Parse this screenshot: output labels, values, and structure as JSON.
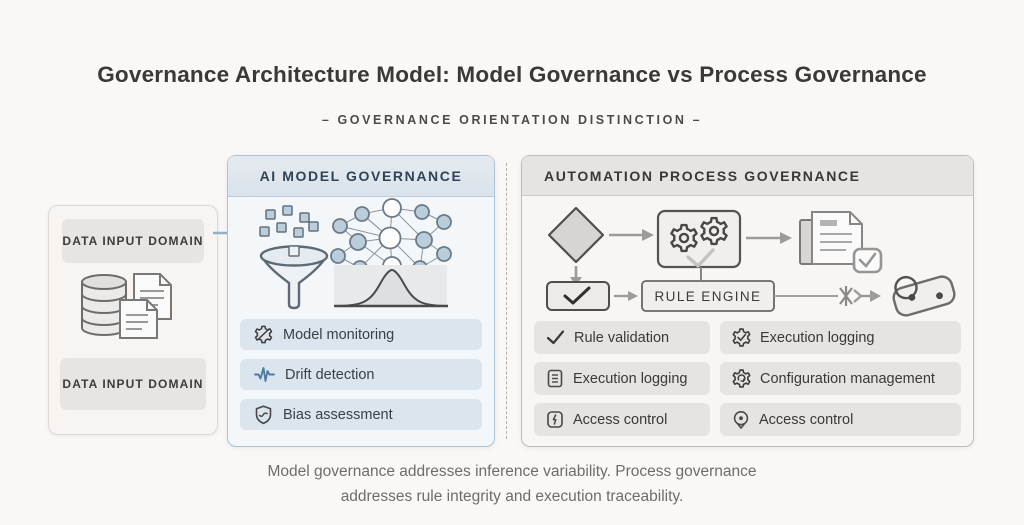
{
  "header": {
    "title": "Governance Architecture Model: Model Governance vs Process Governance",
    "subtitle": "– GOVERNANCE ORIENTATION DISTINCTION –"
  },
  "input_domain": {
    "top_label": "DATA INPUT DOMAIN",
    "bottom_label": "DATA INPUT DOMAIN",
    "icon": "database-documents-icon"
  },
  "model_governance": {
    "title": "AI MODEL GOVERNANCE",
    "graphics": [
      "funnel-icon",
      "neural-network-icon",
      "bell-curve-icon"
    ],
    "items": [
      {
        "icon": "gear-slash-icon",
        "label": "Model monitoring"
      },
      {
        "icon": "waveform-icon",
        "label": "Drift detection"
      },
      {
        "icon": "shield-icon",
        "label": "Bias assessment"
      }
    ]
  },
  "process_governance": {
    "title": "AUTOMATION PROCESS GOVERNANCE",
    "rule_engine_label": "RULE ENGINE",
    "flow_icons": [
      "decision-diamond-icon",
      "gears-box-icon",
      "document-check-icon",
      "checkbox-icon",
      "rule-engine-box",
      "gate-asterisk-icon",
      "tag-icon"
    ],
    "items_left": [
      {
        "icon": "check-icon",
        "label": "Rule validation"
      },
      {
        "icon": "document-lines-icon",
        "label": "Execution logging"
      },
      {
        "icon": "bolt-bracket-icon",
        "label": "Access control"
      }
    ],
    "items_right": [
      {
        "icon": "gear-check-icon",
        "label": "Execution logging"
      },
      {
        "icon": "gear-refresh-icon",
        "label": "Configuration management"
      },
      {
        "icon": "location-pin-icon",
        "label": "Access control"
      }
    ]
  },
  "footer": {
    "line1": "Model governance addresses inference variability. Process governance",
    "line2": "addresses rule integrity and execution traceability."
  },
  "colors": {
    "page_background": "#faf7f6",
    "accent_blue_arrow": "#8fb2ca",
    "model_panel_border": "#a9c3d8",
    "model_header_bg": "#dde5ec",
    "model_item_bg": "#dbe5ee",
    "process_panel_border": "#bebbb8",
    "process_item_bg": "#e6e3e0",
    "diamond_fill": "#d6d5d4",
    "drift_icon_blue": "#4d7ba6"
  }
}
